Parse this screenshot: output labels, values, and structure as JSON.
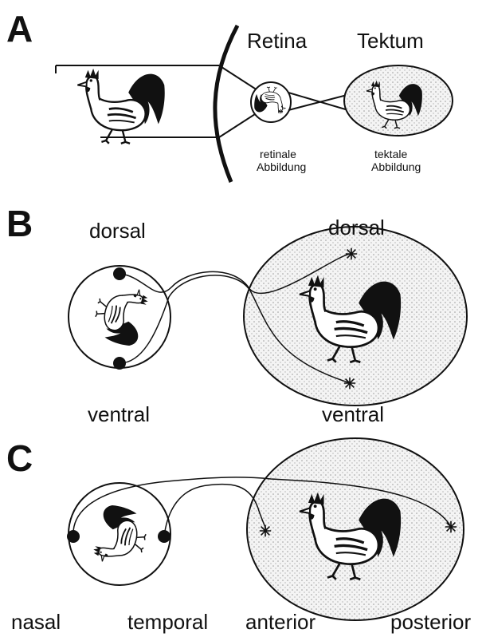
{
  "panels": {
    "a": {
      "letter": "A",
      "retina_label": "Retina",
      "tectum_label": "Tektum",
      "retinal_caption_1": "retinale",
      "retinal_caption_2": "Abbildung",
      "tectal_caption_1": "tektale",
      "tectal_caption_2": "Abbildung"
    },
    "b": {
      "letter": "B",
      "retina_top": "dorsal",
      "tectum_top": "dorsal",
      "retina_bottom": "ventral",
      "tectum_bottom": "ventral"
    },
    "c": {
      "letter": "C",
      "nasal": "nasal",
      "temporal": "temporal",
      "anterior": "anterior",
      "posterior": "posterior"
    }
  },
  "colors": {
    "ink": "#111111",
    "stipple": "#c8c8c8",
    "paper": "#ffffff"
  },
  "icons": [
    "rooster-icon",
    "inverted-rooster-icon",
    "star-terminal-icon"
  ]
}
